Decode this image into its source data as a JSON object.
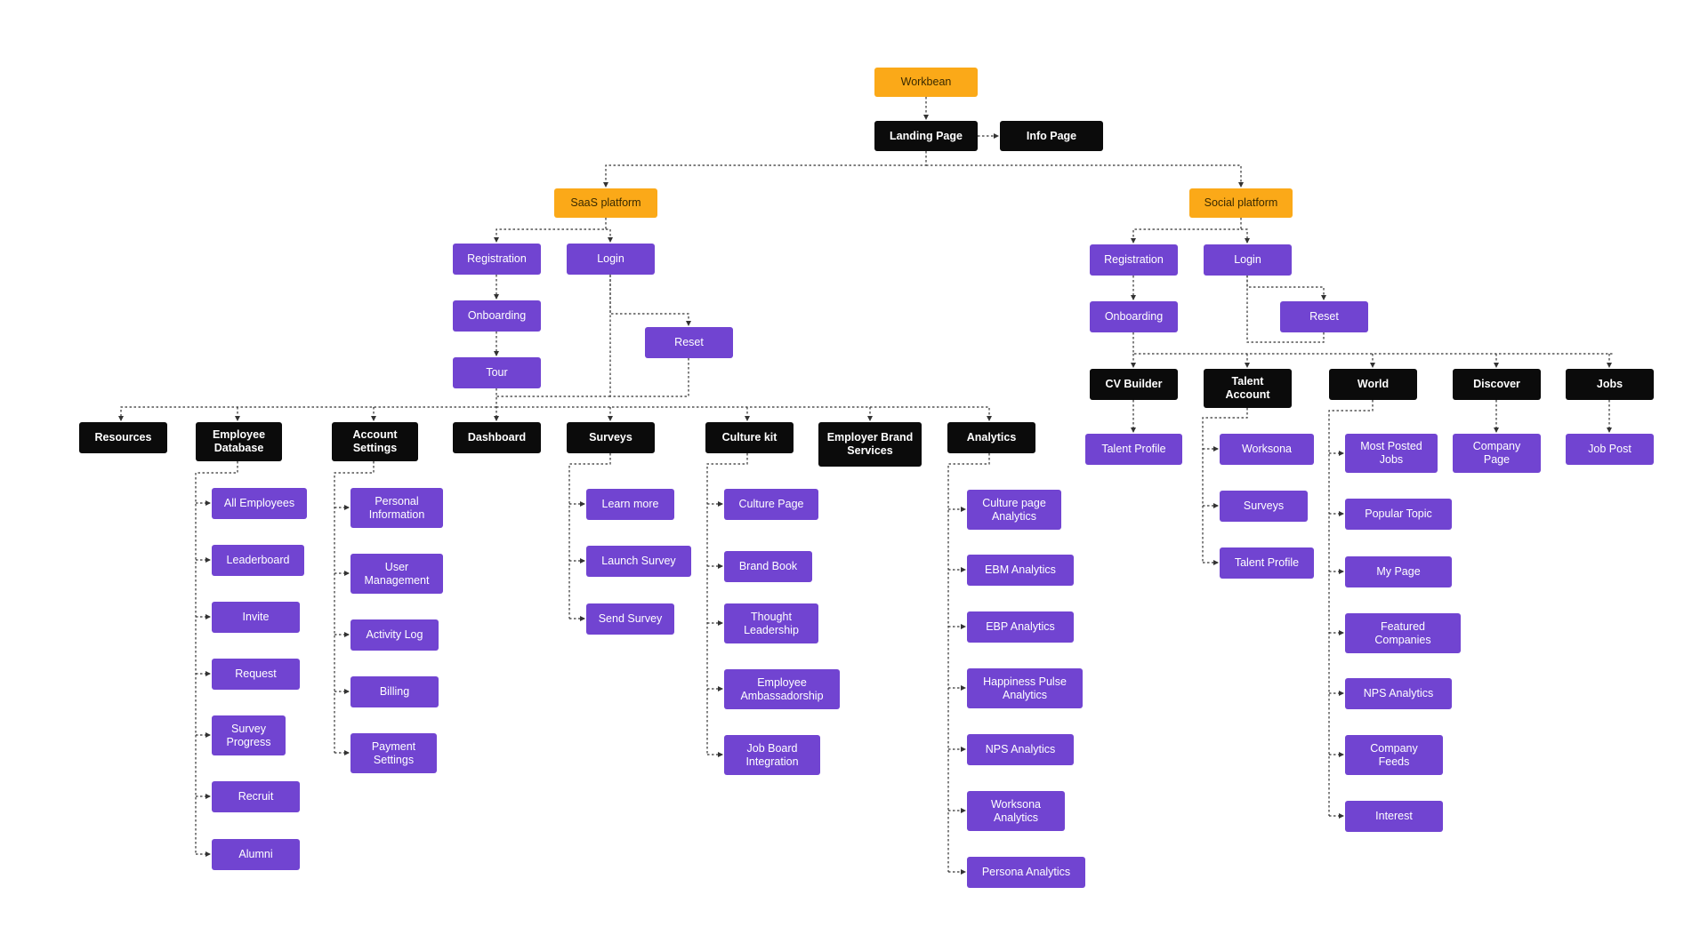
{
  "colors": {
    "root": "#fba918",
    "primary": "#0b0b0b",
    "leaf": "#7144d1",
    "connector": "#333333"
  },
  "nodes": {
    "workbean": "Workbean",
    "landing_page": "Landing Page",
    "info_page": "Info Page",
    "saas_platform": "SaaS platform",
    "social_platform": "Social platform",
    "saas_registration": "Registration",
    "saas_login": "Login",
    "saas_onboarding": "Onboarding",
    "saas_tour": "Tour",
    "saas_reset": "Reset",
    "resources": "Resources",
    "employee_database": "Employee\nDatabase",
    "account_settings": "Account\nSettings",
    "dashboard": "Dashboard",
    "surveys": "Surveys",
    "culture_kit": "Culture kit",
    "employer_brand_services": "Employer Brand\nServices",
    "analytics": "Analytics",
    "all_employees": "All Employees",
    "leaderboard": "Leaderboard",
    "invite": "Invite",
    "request": "Request",
    "survey_progress": "Survey\nProgress",
    "recruit": "Recruit",
    "alumni": "Alumni",
    "personal_information": "Personal\nInformation",
    "user_management": "User\nManagement",
    "activity_log": "Activity Log",
    "billing": "Billing",
    "payment_settings": "Payment\nSettings",
    "learn_more": "Learn more",
    "launch_survey": "Launch Survey",
    "send_survey": "Send Survey",
    "culture_page": "Culture Page",
    "brand_book": "Brand Book",
    "thought_leadership": "Thought\nLeadership",
    "employee_ambassadorship": "Employee\nAmbassadorship",
    "job_board_integration": "Job Board\nIntegration",
    "culture_page_analytics": "Culture page\nAnalytics",
    "ebm_analytics": "EBM Analytics",
    "ebp_analytics": "EBP Analytics",
    "happiness_pulse_analytics": "Happiness Pulse\nAnalytics",
    "nps_analytics_saas": "NPS Analytics",
    "worksona_analytics": "Worksona\nAnalytics",
    "persona_analytics": "Persona Analytics",
    "social_registration": "Registration",
    "social_login": "Login",
    "social_onboarding": "Onboarding",
    "social_reset": "Reset",
    "cv_builder": "CV Builder",
    "talent_account": "Talent\nAccount",
    "world": "World",
    "discover": "Discover",
    "jobs": "Jobs",
    "talent_profile_cv": "Talent Profile",
    "worksona": "Worksona",
    "surveys_social": "Surveys",
    "talent_profile_ta": "Talent Profile",
    "most_posted_jobs": "Most Posted\nJobs",
    "popular_topic": "Popular Topic",
    "my_page": "My Page",
    "featured_companies": "Featured\nCompanies",
    "nps_analytics_world": "NPS Analytics",
    "company_feeds": "Company\nFeeds",
    "interest": "Interest",
    "company_page": "Company\nPage",
    "job_post": "Job Post"
  }
}
